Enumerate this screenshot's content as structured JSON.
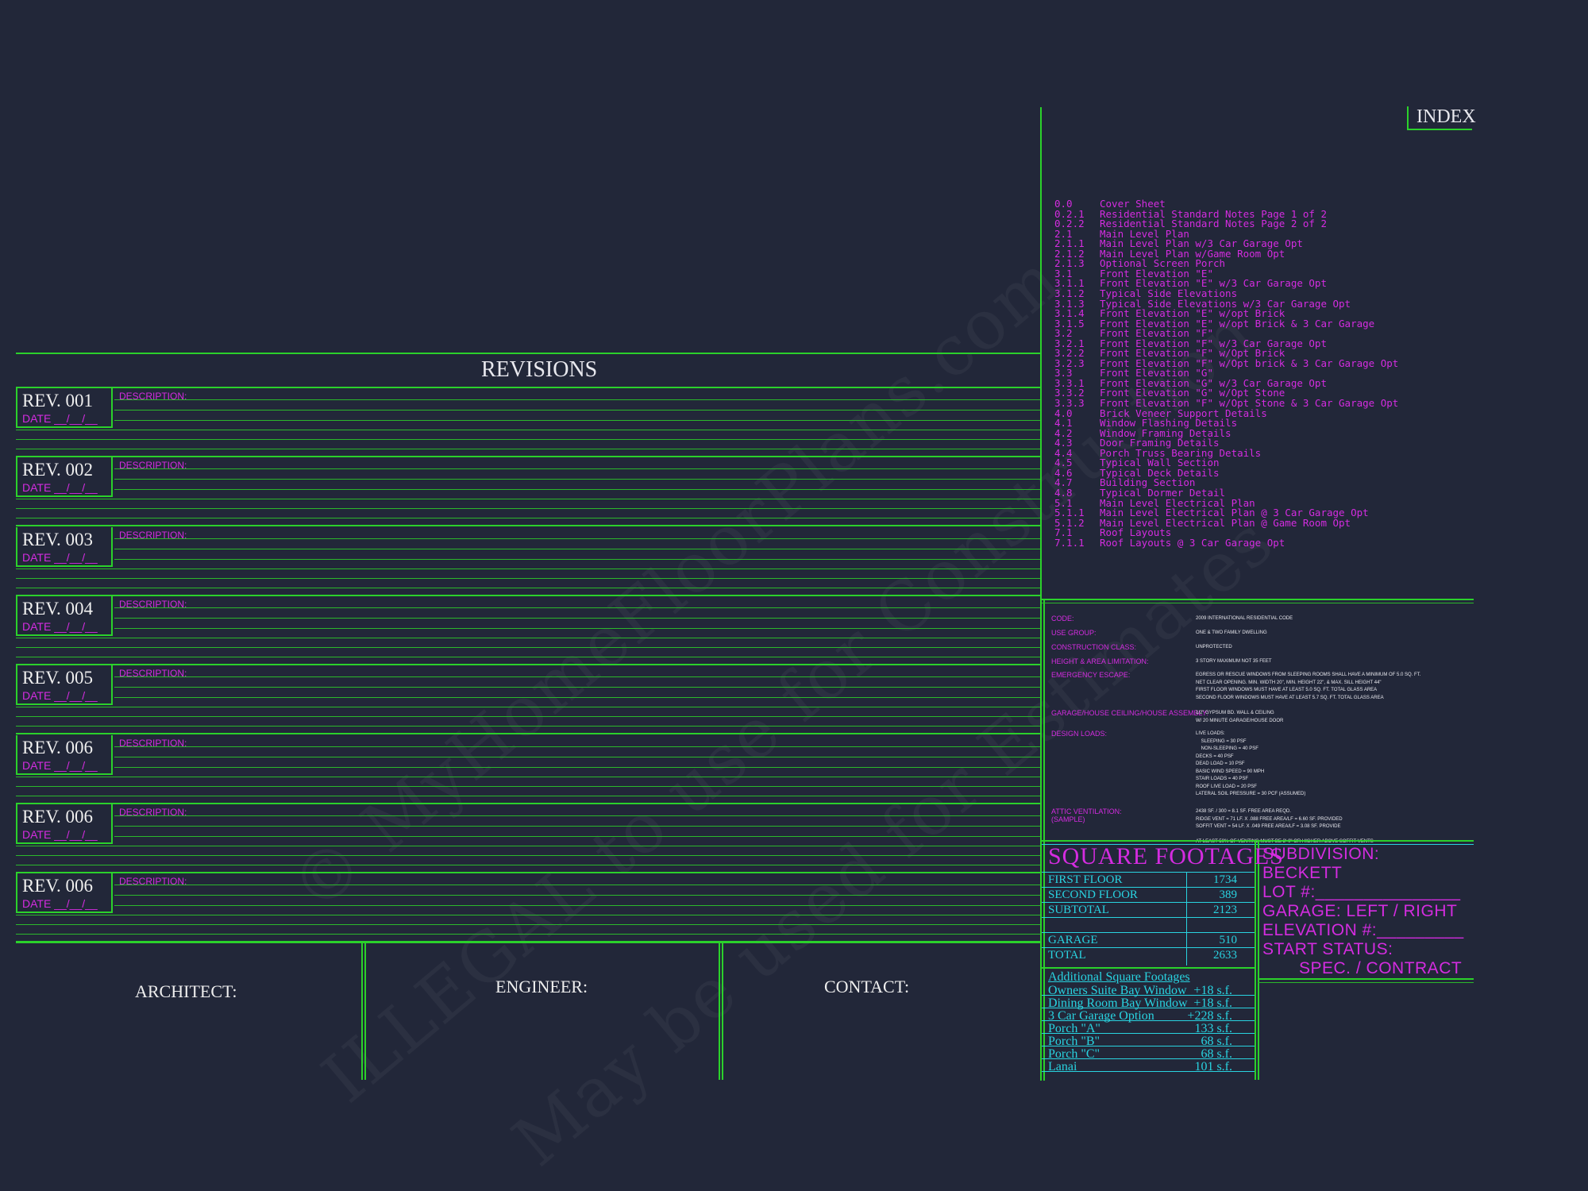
{
  "watermark": {
    "line1": "© MyHomeFloorPlans.com",
    "line2": "ILLEGAL to use for Construction",
    "line3": "May be used for Estimates"
  },
  "revisions": {
    "title": "REVISIONS",
    "items": [
      {
        "label": "REV. 001",
        "date": "DATE  __/__/__",
        "desc": "DESCRIPTION:"
      },
      {
        "label": "REV. 002",
        "date": "DATE  __/__/__",
        "desc": "DESCRIPTION:"
      },
      {
        "label": "REV. 003",
        "date": "DATE  __/__/__",
        "desc": "DESCRIPTION:"
      },
      {
        "label": "REV. 004",
        "date": "DATE  __/__/__",
        "desc": "DESCRIPTION:"
      },
      {
        "label": "REV. 005",
        "date": "DATE  __/__/__",
        "desc": "DESCRIPTION:"
      },
      {
        "label": "REV. 006",
        "date": "DATE  __/__/__",
        "desc": "DESCRIPTION:"
      },
      {
        "label": "REV. 006",
        "date": "DATE  __/__/__",
        "desc": "DESCRIPTION:"
      },
      {
        "label": "REV. 006",
        "date": "DATE  __/__/__",
        "desc": "DESCRIPTION:"
      }
    ]
  },
  "footer": {
    "architect": "ARCHITECT:",
    "engineer": "ENGINEER:",
    "contact": "CONTACT:"
  },
  "index": {
    "title": "INDEX",
    "rows": [
      {
        "num": "0.0",
        "name": "Cover Sheet"
      },
      {
        "num": "0.2.1",
        "name": "Residential Standard Notes Page 1 of 2"
      },
      {
        "num": "0.2.2",
        "name": "Residential Standard Notes Page 2 of 2"
      },
      {
        "num": "2.1",
        "name": "Main Level Plan"
      },
      {
        "num": "2.1.1",
        "name": "Main Level Plan w/3 Car Garage Opt"
      },
      {
        "num": "2.1.2",
        "name": "Main Level Plan w/Game Room Opt"
      },
      {
        "num": "2.1.3",
        "name": "Optional Screen Porch"
      },
      {
        "num": "3.1",
        "name": "Front Elevation \"E\""
      },
      {
        "num": "3.1.1",
        "name": "Front Elevation \"E\" w/3 Car Garage Opt"
      },
      {
        "num": "3.1.2",
        "name": "Typical Side Elevations"
      },
      {
        "num": "3.1.3",
        "name": "Typical Side Elevations w/3 Car Garage Opt"
      },
      {
        "num": "3.1.4",
        "name": "Front Elevation \"E\" w/opt Brick"
      },
      {
        "num": "3.1.5",
        "name": "Front Elevation \"E\" w/opt Brick & 3 Car Garage"
      },
      {
        "num": "3.2",
        "name": "Front Elevation \"F\""
      },
      {
        "num": "3.2.1",
        "name": "Front Elevation \"F\" w/3 Car Garage Opt"
      },
      {
        "num": "3.2.2",
        "name": "Front Elevation \"F\" w/Opt Brick"
      },
      {
        "num": "3.2.3",
        "name": "Front Elevation \"F\" w/Opt brick & 3 Car Garage Opt"
      },
      {
        "num": "3.3",
        "name": "Front Elevation \"G\""
      },
      {
        "num": "3.3.1",
        "name": "Front Elevation \"G\" w/3 Car Garage Opt"
      },
      {
        "num": "3.3.2",
        "name": "Front Elevation \"G\" w/Opt Stone"
      },
      {
        "num": "3.3.3",
        "name": "Front Elevation \"F\" w/Opt Stone & 3 Car Garage Opt"
      },
      {
        "num": "4.0",
        "name": "Brick Veneer Support Details"
      },
      {
        "num": "4.1",
        "name": "Window Flashing Details"
      },
      {
        "num": "4.2",
        "name": "Window Framing Details"
      },
      {
        "num": "4.3",
        "name": "Door Framing Details"
      },
      {
        "num": "4.4",
        "name": "Porch Truss Bearing Details"
      },
      {
        "num": "4.5",
        "name": "Typical Wall Section"
      },
      {
        "num": "4.6",
        "name": "Typical Deck Details"
      },
      {
        "num": "4.7",
        "name": "Building Section"
      },
      {
        "num": "4.8",
        "name": "Typical Dormer Detail"
      },
      {
        "num": "5.1",
        "name": "Main Level Electrical Plan"
      },
      {
        "num": "5.1.1",
        "name": "Main Level Electrical Plan @ 3 Car Garage Opt"
      },
      {
        "num": "5.1.2",
        "name": "Main Level Electrical Plan @ Game Room Opt"
      },
      {
        "num": "7.1",
        "name": "Roof Layouts"
      },
      {
        "num": "7.1.1",
        "name": "Roof Layouts @ 3 Car Garage Opt"
      }
    ]
  },
  "code": {
    "rows": [
      {
        "label": "CODE:",
        "value": "2009 INTERNATIONAL RESIDENTIAL CODE"
      },
      {
        "label": "USE GROUP:",
        "value": "ONE & TWO FAMILY DWELLING"
      },
      {
        "label": "CONSTRUCTION CLASS:",
        "value": "UNPROTECTED"
      },
      {
        "label": "HEIGHT & AREA LIMITATION:",
        "value": "3 STORY MAXIMUM NOT 35 FEET"
      },
      {
        "label": "EMERGENCY ESCAPE:",
        "value": "EGRESS OR RESCUE WINDOWS FROM SLEEPING ROOMS SHALL HAVE A MINIMUM OF 5.0 SQ. FT.\nNET CLEAR OPENING. MIN. WIDTH 20\", MIN. HEIGHT 22\", & MAX. SILL HEIGHT 44\"\nFIRST FLOOR WINDOWS MUST HAVE AT LEAST 5.0 SQ. FT. TOTAL GLASS AREA\nSECOND FLOOR WINDOWS MUST HAVE AT LEAST 5.7 SQ. FT. TOTAL GLASS AREA"
      },
      {
        "label": "GARAGE/HOUSE CEILING/HOUSE ASSEMBLY:",
        "value": "1/2\" GYPSUM BD. WALL & CEILING\nW/ 20 MINUTE GARAGE/HOUSE DOOR"
      },
      {
        "label": "DESIGN LOADS:",
        "value": "LIVE LOADS:\n    SLEEPING = 30 PSF\n    NON-SLEEPING = 40 PSF\nDECKS = 40 PSF\nDEAD LOAD = 10 PSF\nBASIC WIND SPEED = 90 MPH\nSTAIR LOADS = 40 PSF\nROOF LIVE LOAD = 20 PSF\nLATERAL SOIL PRESSURE = 30 PCF (ASSUMED)"
      },
      {
        "label": "ATTIC VENTILATION:\n(SAMPLE)",
        "value": "2438 SF. / 300 = 8.1 SF. FREE AREA REQD.\nRIDGE VENT = 71 LF. X .088 FREE AREA/LF = 6.60 SF. PROVIDED\nSOFFIT VENT = 54 LF. X .049 FREE AREA/LF = 3.08 SF. PROVIDE\n\nAT LEAST 50% OF VENTING MUST BE 3'-0\" OR HIGHER ABOVE SOFFIT VENTS"
      }
    ]
  },
  "square_footages": {
    "title": "SQUARE FOOTAGES",
    "rows": [
      {
        "label": "FIRST FLOOR",
        "value": "1734"
      },
      {
        "label": "SECOND FLOOR",
        "value": "389"
      },
      {
        "label": "SUBTOTAL",
        "value": "2123"
      },
      {
        "label": "",
        "value": ""
      },
      {
        "label": "GARAGE",
        "value": "510"
      },
      {
        "label": "TOTAL",
        "value": "2633"
      }
    ],
    "additional_title": "Additional Square Footages",
    "additional": [
      {
        "label": "Owners Suite Bay Window",
        "value": "+18 s.f."
      },
      {
        "label": "Dining Room Bay Window",
        "value": "+18 s.f."
      },
      {
        "label": "3 Car Garage Option",
        "value": "+228 s.f."
      },
      {
        "label": "Porch \"A\"",
        "value": "133 s.f."
      },
      {
        "label": "Porch \"B\"",
        "value": "68 s.f."
      },
      {
        "label": "Porch \"C\"",
        "value": "68 s.f."
      },
      {
        "label": "Lanai",
        "value": "101 s.f."
      }
    ]
  },
  "subdivision": {
    "label": "SUBDIVISION:",
    "name": "BECKETT",
    "lot": "LOT #:_______________",
    "garage": "GARAGE:  LEFT  /  RIGHT",
    "elevation": "ELEVATION #:_________",
    "start_status": "START STATUS:",
    "options": "SPEC.   /  CONTRACT"
  }
}
